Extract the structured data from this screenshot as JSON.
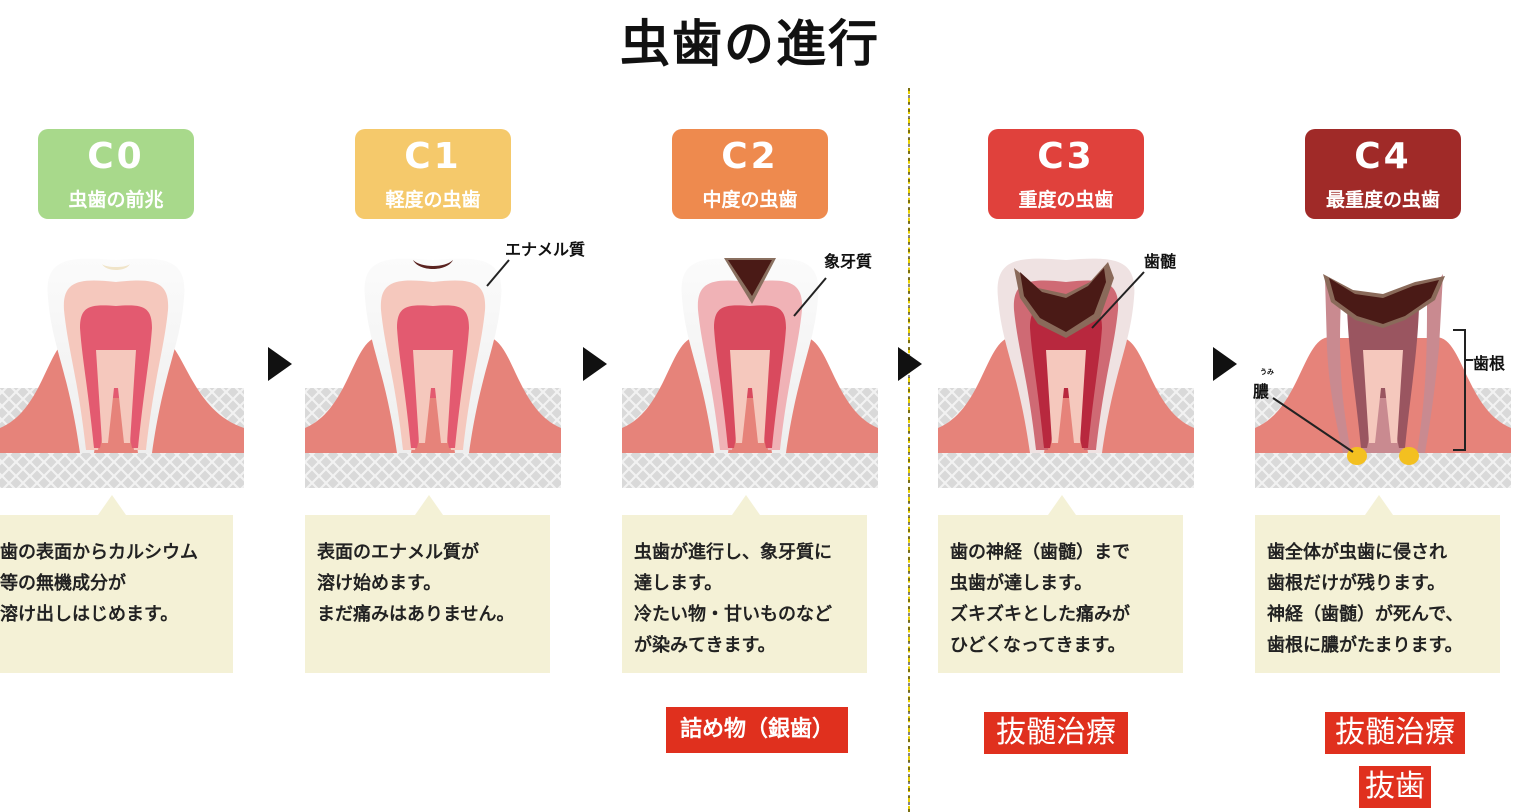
{
  "title": "虫歯の進行",
  "colors": {
    "c0": "#a8d98b",
    "c1": "#f5c96b",
    "c2": "#ee8a4e",
    "c3": "#e0413c",
    "c4": "#a02a28",
    "treatment": "#e0301e",
    "text_box": "#f4f1d6"
  },
  "stages": [
    {
      "code": "C0",
      "name": "虫歯の前兆",
      "desc": [
        "歯の表面からカルシウム",
        "等の無機成分が",
        "溶け出しはじめます。"
      ]
    },
    {
      "code": "C1",
      "name": "軽度の虫歯",
      "desc": [
        "表面のエナメル質が",
        "溶け始めます。",
        "まだ痛みはありません。"
      ]
    },
    {
      "code": "C2",
      "name": "中度の虫歯",
      "desc": [
        "虫歯が進行し、象牙質に",
        "達します。",
        "冷たい物・甘いものなど",
        "が染みてきます。"
      ]
    },
    {
      "code": "C3",
      "name": "重度の虫歯",
      "desc": [
        "歯の神経（歯髄）まで",
        "虫歯が達します。",
        "ズキズキとした痛みが",
        "ひどくなってきます。"
      ]
    },
    {
      "code": "C4",
      "name": "最重度の虫歯",
      "desc": [
        "歯全体が虫歯に侵され",
        "歯根だけが残ります。",
        "神経（歯髄）が死んで、",
        "歯根に膿がたまります。"
      ]
    }
  ],
  "callouts": {
    "enamel": "エナメル質",
    "dentin": "象牙質",
    "pulp": "歯髄",
    "root": "歯根",
    "pus": "膿",
    "pus_ruby": "うみ"
  },
  "treatments": {
    "c2": "詰め物（銀歯）",
    "c3": "抜髄治療",
    "c4_1": "抜髄治療",
    "c4_2": "抜歯"
  }
}
